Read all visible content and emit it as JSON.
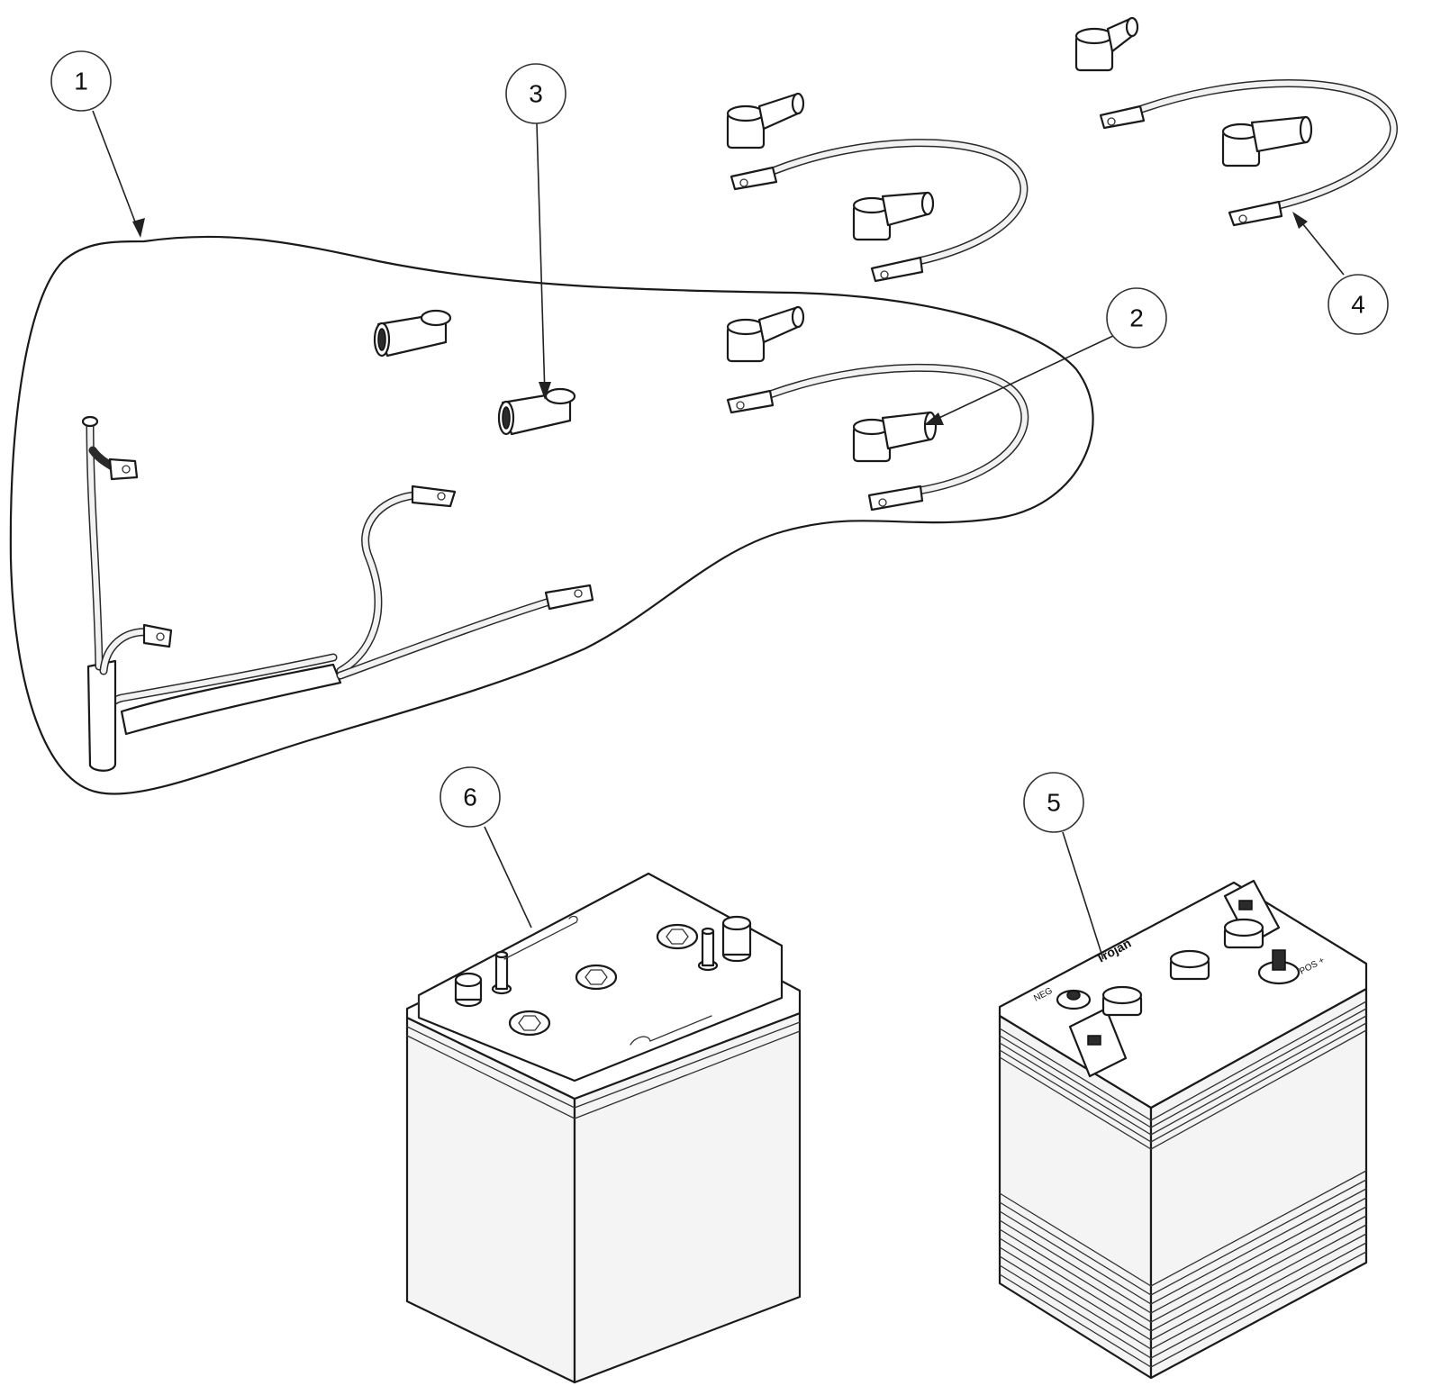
{
  "diagram": {
    "callouts": [
      {
        "number": "1"
      },
      {
        "number": "2"
      },
      {
        "number": "3"
      },
      {
        "number": "4"
      },
      {
        "number": "5"
      },
      {
        "number": "6"
      }
    ],
    "battery_5": {
      "brand_text": "Trojan",
      "neg_terminal_text": "NEG",
      "pos_terminal_text": "POS +"
    }
  }
}
